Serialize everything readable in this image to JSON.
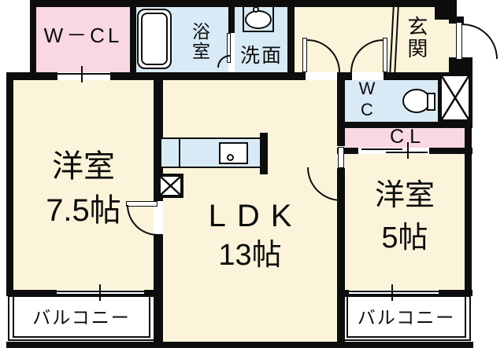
{
  "plan": {
    "type": "apartment-floor-plan",
    "rooms": {
      "wcl": {
        "label": "W－CL"
      },
      "bath": {
        "label": "浴室"
      },
      "wash": {
        "label": "洗面"
      },
      "entrance": {
        "label": "玄関"
      },
      "wc": {
        "line1": "W",
        "line2": "C"
      },
      "cl": {
        "label": "CL"
      },
      "room_west_75": {
        "name": "洋室",
        "size": "7.5帖"
      },
      "ldk": {
        "name": "LDK",
        "size": "13帖"
      },
      "room_west_5": {
        "name": "洋室",
        "size": "5帖"
      }
    },
    "balconies": {
      "left": {
        "label": "バルコニー"
      },
      "right": {
        "label": "バルコニー"
      }
    },
    "icons": {
      "bathtub": "bathtub-icon",
      "washbasin": "sink-icon",
      "toilet": "toilet-icon",
      "kitchen_counter": "kitchen-counter-icon",
      "kitchen_sink": "kitchen-sink-icon",
      "pipe_shaft_large": "shaft-x-icon",
      "pipe_shaft_small": "shaft-x-small-icon",
      "entrance_step": "entrance-step-lines"
    },
    "colors": {
      "wall": "#0d0d0d",
      "room_cream": "#fcf4da",
      "wet_area_blue": "#d9eaf7",
      "closet_pink": "#f9d8e3",
      "balcony_white": "#ffffff"
    }
  }
}
